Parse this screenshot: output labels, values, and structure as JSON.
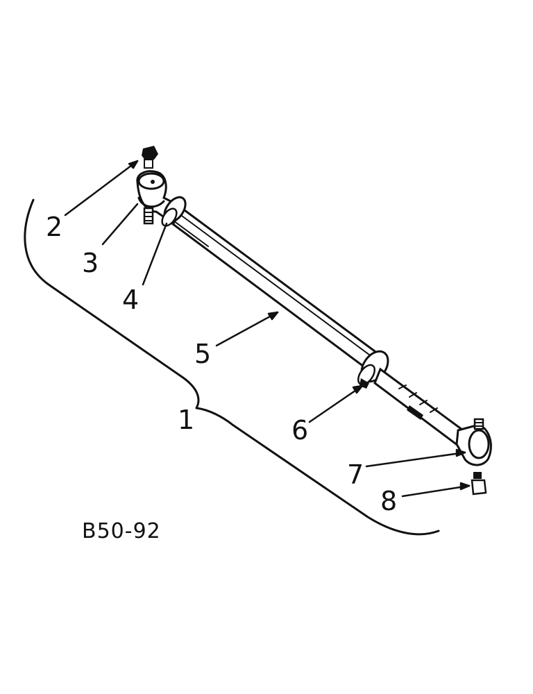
{
  "diagram": {
    "code": "B50-92",
    "callouts": [
      {
        "id": "1",
        "label": "1"
      },
      {
        "id": "2",
        "label": "2"
      },
      {
        "id": "3",
        "label": "3"
      },
      {
        "id": "4",
        "label": "4"
      },
      {
        "id": "5",
        "label": "5"
      },
      {
        "id": "6",
        "label": "6"
      },
      {
        "id": "7",
        "label": "7"
      },
      {
        "id": "8",
        "label": "8"
      }
    ]
  }
}
